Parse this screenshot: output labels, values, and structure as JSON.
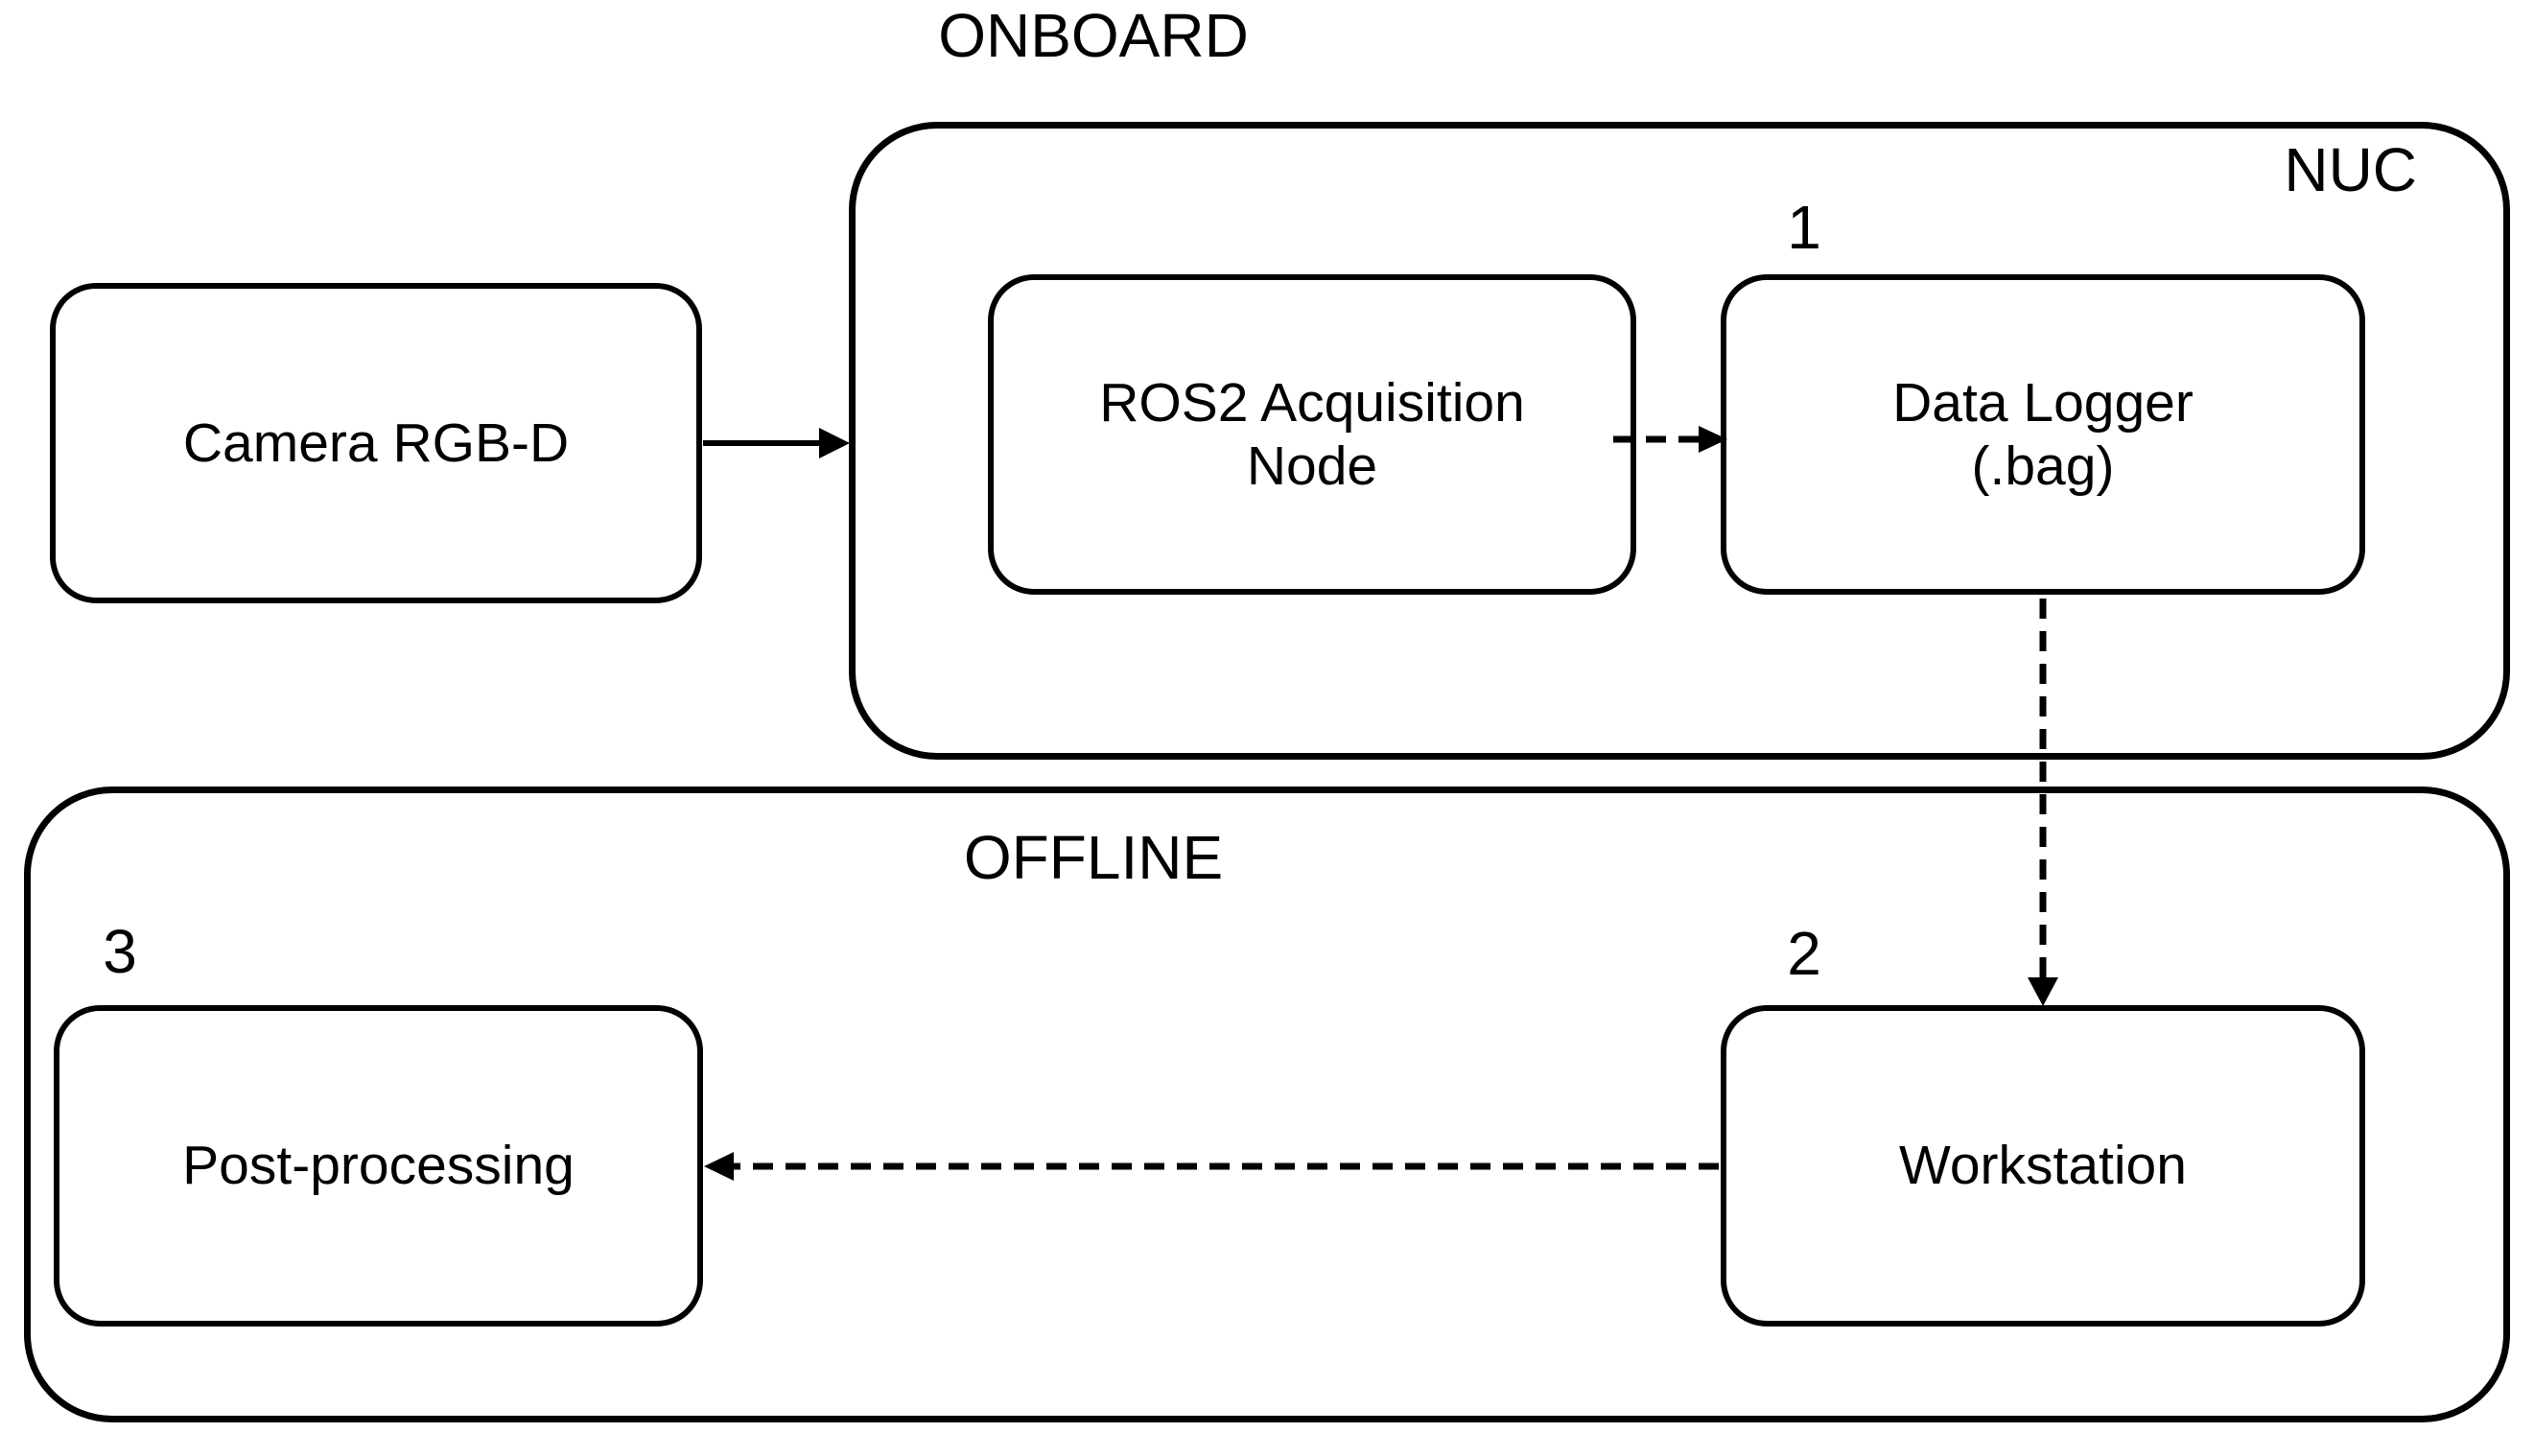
{
  "diagram": {
    "onboard_label": "ONBOARD",
    "offline_label": "OFFLINE",
    "nuc_label": "NUC",
    "nodes": {
      "camera": {
        "label": "Camera RGB-D"
      },
      "ros2": {
        "label": "ROS2 Acquisition\nNode"
      },
      "data_logger": {
        "label": "Data Logger\n(.bag)",
        "step": "1"
      },
      "workstation": {
        "label": "Workstation",
        "step": "2"
      },
      "post_processing": {
        "label": "Post-processing",
        "step": "3"
      }
    },
    "edges": [
      {
        "from": "Camera RGB-D",
        "to": "ROS2 Acquisition Node",
        "style": "solid"
      },
      {
        "from": "ROS2 Acquisition Node",
        "to": "Data Logger (.bag)",
        "style": "dashed"
      },
      {
        "from": "Data Logger (.bag)",
        "to": "Workstation",
        "style": "dashed"
      },
      {
        "from": "Workstation",
        "to": "Post-processing",
        "style": "dashed"
      }
    ],
    "colors": {
      "line": "#000000",
      "background": "#ffffff"
    }
  }
}
